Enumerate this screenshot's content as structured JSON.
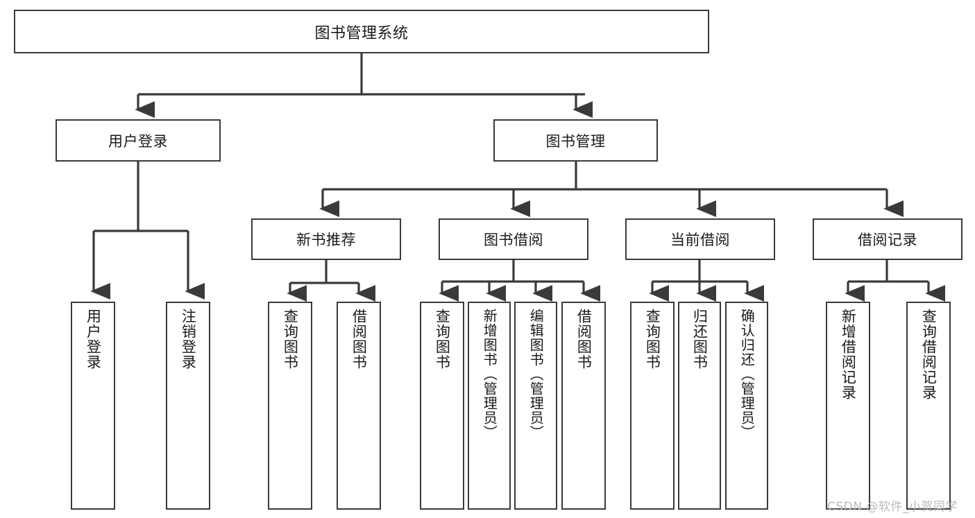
{
  "diagram": {
    "type": "tree",
    "title": "图书管理系统",
    "root": {
      "label": "图书管理系统"
    },
    "level2": [
      {
        "label": "用户登录"
      },
      {
        "label": "图书管理"
      }
    ],
    "level3": [
      {
        "label": "新书推荐"
      },
      {
        "label": "图书借阅"
      },
      {
        "label": "当前借阅"
      },
      {
        "label": "借阅记录"
      }
    ],
    "leaves": {
      "user_login": [
        {
          "label": "用户登录"
        },
        {
          "label": "注销登录"
        }
      ],
      "new_book_recommend": [
        {
          "label": "查询图书"
        },
        {
          "label": "借阅图书"
        }
      ],
      "book_borrow": [
        {
          "label": "查询图书"
        },
        {
          "label": "新增图书（管理员）"
        },
        {
          "label": "编辑图书（管理员）"
        },
        {
          "label": "借阅图书"
        }
      ],
      "current_borrow": [
        {
          "label": "查询图书"
        },
        {
          "label": "归还图书"
        },
        {
          "label": "确认归还（管理员）"
        }
      ],
      "borrow_record": [
        {
          "label": "新增借阅记录"
        },
        {
          "label": "查询借阅记录"
        }
      ]
    }
  },
  "watermark": {
    "text": "CSDN @软件_小贺同学"
  },
  "colors": {
    "border": "#3a3a3a",
    "background": "#ffffff",
    "text": "#1a1a1a",
    "watermark": "#b9b9b9"
  }
}
